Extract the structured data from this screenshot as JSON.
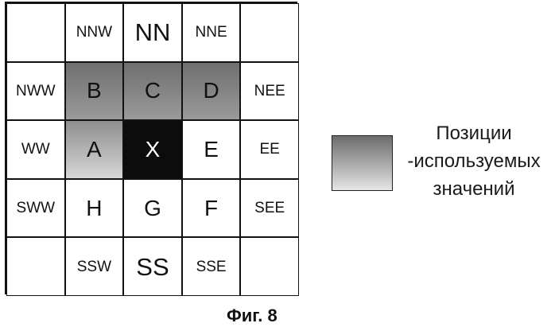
{
  "grid": {
    "rows": [
      [
        "",
        "NNW",
        "NN",
        "NNE",
        ""
      ],
      [
        "NWW",
        "B",
        "C",
        "D",
        "NEE"
      ],
      [
        "WW",
        "A",
        "X",
        "E",
        "EE"
      ],
      [
        "SWW",
        "H",
        "G",
        "F",
        "SEE"
      ],
      [
        "",
        "SSW",
        "SS",
        "SSE",
        ""
      ]
    ]
  },
  "legend": {
    "line1": "Позиции",
    "line2": "-используемых",
    "line3": "значений"
  },
  "caption": "Фиг. 8"
}
